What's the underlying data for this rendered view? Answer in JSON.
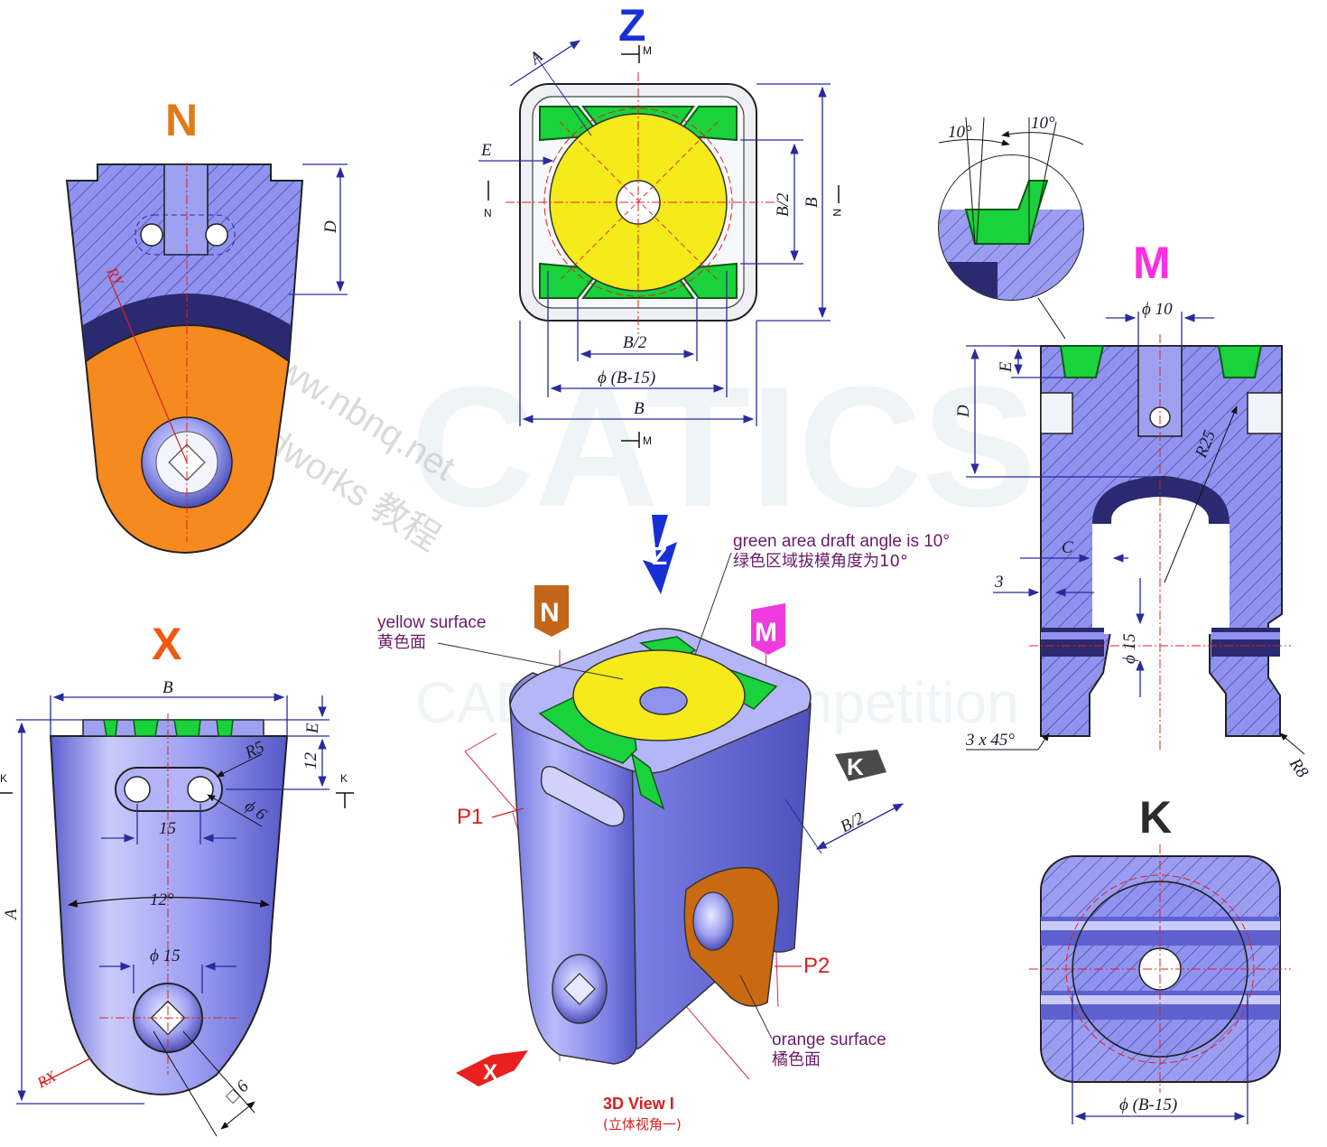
{
  "views": {
    "N": {
      "letter": "N",
      "color": "#e07b1a",
      "dims": {
        "D": "D",
        "RY": "RY"
      }
    },
    "Z": {
      "letter": "Z",
      "color": "#1730d6",
      "dims": {
        "A": "A",
        "E": "E",
        "B_half_v": "B/2",
        "B_v": "B",
        "B_half_h": "B/2",
        "phi": "ϕ (B-15)",
        "B_h": "B"
      },
      "marks": {
        "M": "M",
        "N": "N"
      }
    },
    "M": {
      "letter": "M",
      "color": "#ff30e0",
      "dims": {
        "ang1": "10°",
        "ang2": "10°",
        "phi10": "ϕ 10",
        "E": "E",
        "D": "D",
        "R25": "R25",
        "C": "C",
        "three": "3",
        "phi15": "ϕ 15",
        "chamfer": "3 x 45°",
        "R8": "R8"
      }
    },
    "X": {
      "letter": "X",
      "color": "#f05a10",
      "dims": {
        "B": "B",
        "E": "E",
        "twelve": "12",
        "R5": "R5",
        "phi6": "ϕ 6",
        "fifteen": "15",
        "angle": "12°",
        "phi15": "ϕ 15",
        "A": "A",
        "RX": "RX",
        "sq6": "□ 6"
      },
      "marks": {
        "K": "K"
      }
    },
    "K": {
      "letter": "K",
      "color": "#2b2b2b",
      "dims": {
        "phi": "ϕ (B-15)"
      }
    },
    "iso": {
      "green_en": "green area draft angle is 10°",
      "green_cn": "绿色区域拔模角度为10°",
      "yellow_en": "yellow surface",
      "yellow_cn": "黄色面",
      "orange_en": "orange surface",
      "orange_cn": "橘色面",
      "P1": "P1",
      "P2": "P2",
      "B_half": "B/2",
      "title_en": "3D View I",
      "title_cn": "(立体视角一)",
      "flag_N": "N",
      "flag_M": "M",
      "flag_K": "K",
      "flag_Z": "Z",
      "flag_X": "X"
    }
  },
  "watermark": {
    "url": "www.nbnq.net",
    "sub": "Solidworks 教程",
    "logo": "CATICS",
    "tag": "CAD virtual competition"
  },
  "colors": {
    "part": "#8f92ef",
    "hatch": "#3a3a88",
    "orange": "#f58a1f",
    "yellow": "#f5ea1a",
    "green": "#19d23c",
    "dark": "#2b2a70"
  }
}
